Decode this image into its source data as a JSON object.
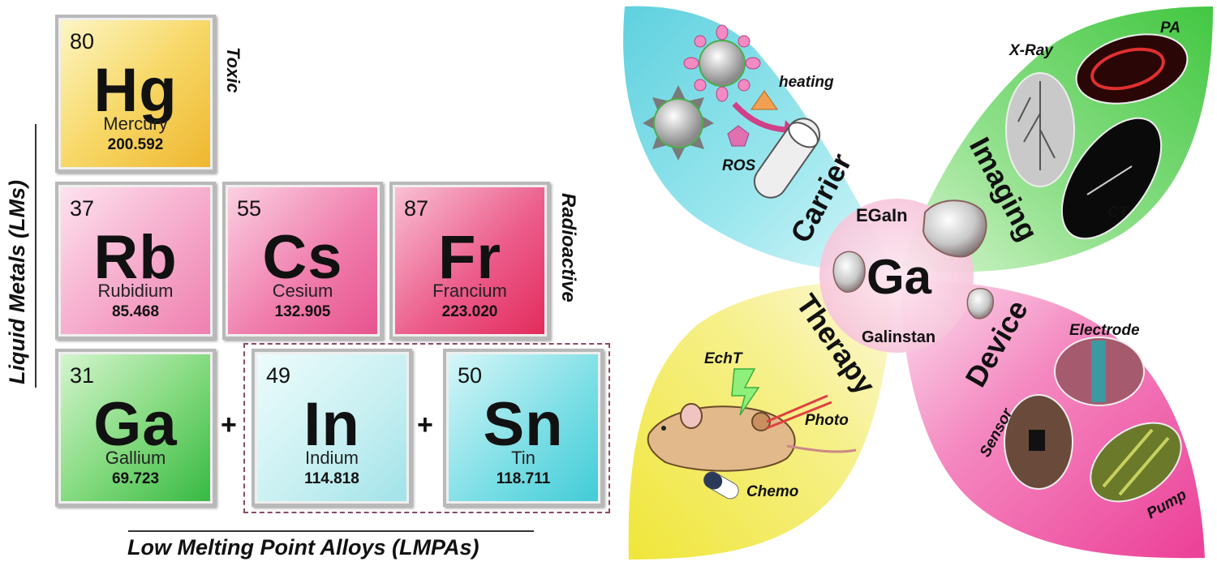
{
  "table": {
    "elements": [
      {
        "num": "80",
        "sym": "Hg",
        "name": "Mercury",
        "wt": "200.592"
      },
      {
        "num": "37",
        "sym": "Rb",
        "name": "Rubidium",
        "wt": "85.468"
      },
      {
        "num": "55",
        "sym": "Cs",
        "name": "Cesium",
        "wt": "132.905"
      },
      {
        "num": "87",
        "sym": "Fr",
        "name": "Francium",
        "wt": "223.020"
      },
      {
        "num": "31",
        "sym": "Ga",
        "name": "Gallium",
        "wt": "69.723"
      },
      {
        "num": "49",
        "sym": "In",
        "name": "Indium",
        "wt": "114.818"
      },
      {
        "num": "50",
        "sym": "Sn",
        "name": "Tin",
        "wt": "118.711"
      }
    ],
    "toxic_label": "Toxic",
    "radioactive_label": "Radioactive",
    "lm_label": "Liquid Metals (LMs)",
    "lmpa_label": "Low Melting Point Alloys (LMPAs)",
    "plus": "+"
  },
  "diagram": {
    "center": "Ga",
    "egain": "EGaIn",
    "galinstan": "Galinstan",
    "carrier": {
      "title": "Carrier",
      "heating": "heating",
      "ros": "ROS"
    },
    "imaging": {
      "title": "Imaging",
      "xray": "X-Ray",
      "pa": "PA",
      "ct": "CT"
    },
    "therapy": {
      "title": "Therapy",
      "echt": "EchT",
      "photo": "Photo",
      "chemo": "Chemo"
    },
    "device": {
      "title": "Device",
      "electrode": "Electrode",
      "sensor": "Sensor",
      "pump": "Pump"
    }
  },
  "colors": {
    "hg": "#f2c53d",
    "rb": "#f08fb8",
    "cs": "#ee5f98",
    "fr": "#e83668",
    "ga": "#40c24c",
    "in": "#bfeef0",
    "sn": "#4fd3dd",
    "carrier": "#6ad6e0",
    "imaging": "#5ed35e",
    "therapy": "#f0ec4a",
    "device": "#ef5da8"
  }
}
